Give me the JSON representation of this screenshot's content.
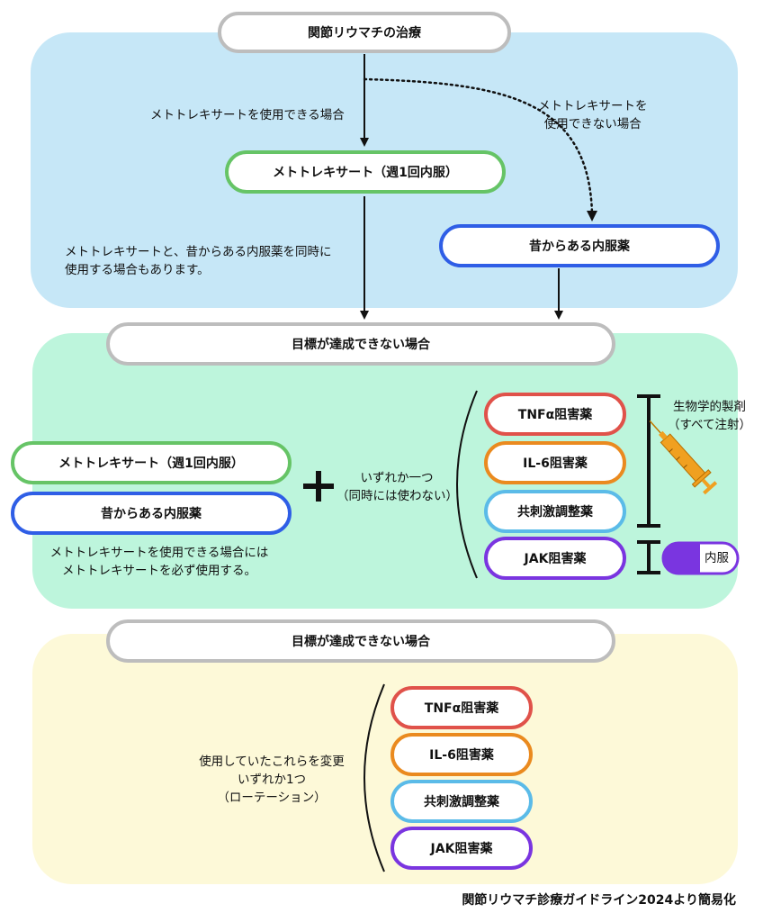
{
  "colors": {
    "panel_blue": "#c6e7f7",
    "panel_green": "#bdf5dc",
    "panel_yellow": "#fdf9d8",
    "border_gray": "#bdbdbd",
    "border_green": "#66c466",
    "border_blue": "#2f5ee6",
    "border_red": "#e0524a",
    "border_orange": "#ea8a1f",
    "border_lightblue": "#5bbbe8",
    "border_purple": "#7a35e0",
    "syringe": "#f0a020"
  },
  "section1": {
    "title": "関節リウマチの治療",
    "label_can_use": "メトトレキサートを使用できる場合",
    "label_cannot_use_line1": "メトトレキサートを",
    "label_cannot_use_line2": "使用できない場合",
    "mtx_box": "メトトレキサート（週1回内服）",
    "oral_box": "昔からある内服薬",
    "combo_note_line1": "メトトレキサートと、昔からある内服薬を同時に",
    "combo_note_line2": "使用する場合もあります。"
  },
  "section2": {
    "title": "目標が達成できない場合",
    "mtx_box": "メトトレキサート（週1回内服）",
    "oral_box": "昔からある内服薬",
    "note_line1": "メトトレキサートを使用できる場合には",
    "note_line2": "メトトレキサートを必ず使用する。",
    "plus_sign": "+",
    "choice_line1": "いずれか一つ",
    "choice_line2": "（同時には使わない）",
    "drugs": [
      "TNFα阻害薬",
      "IL-6阻害薬",
      "共刺激調整薬",
      "JAK阻害薬"
    ],
    "bio_label_line1": "生物学的製剤",
    "bio_label_line2": "（すべて注射）",
    "oral_tag": "内服",
    "icons": [
      "syringe-icon",
      "capsule-icon"
    ]
  },
  "section3": {
    "title": "目標が達成できない場合",
    "note_line1": "使用していたこれらを変更",
    "note_line2": "いずれか1つ",
    "note_line3": "（ローテーション）",
    "drugs": [
      "TNFα阻害薬",
      "IL-6阻害薬",
      "共刺激調整薬",
      "JAK阻害薬"
    ]
  },
  "footer": {
    "source": "関節リウマチ診療ガイドライン2024より簡易化"
  }
}
